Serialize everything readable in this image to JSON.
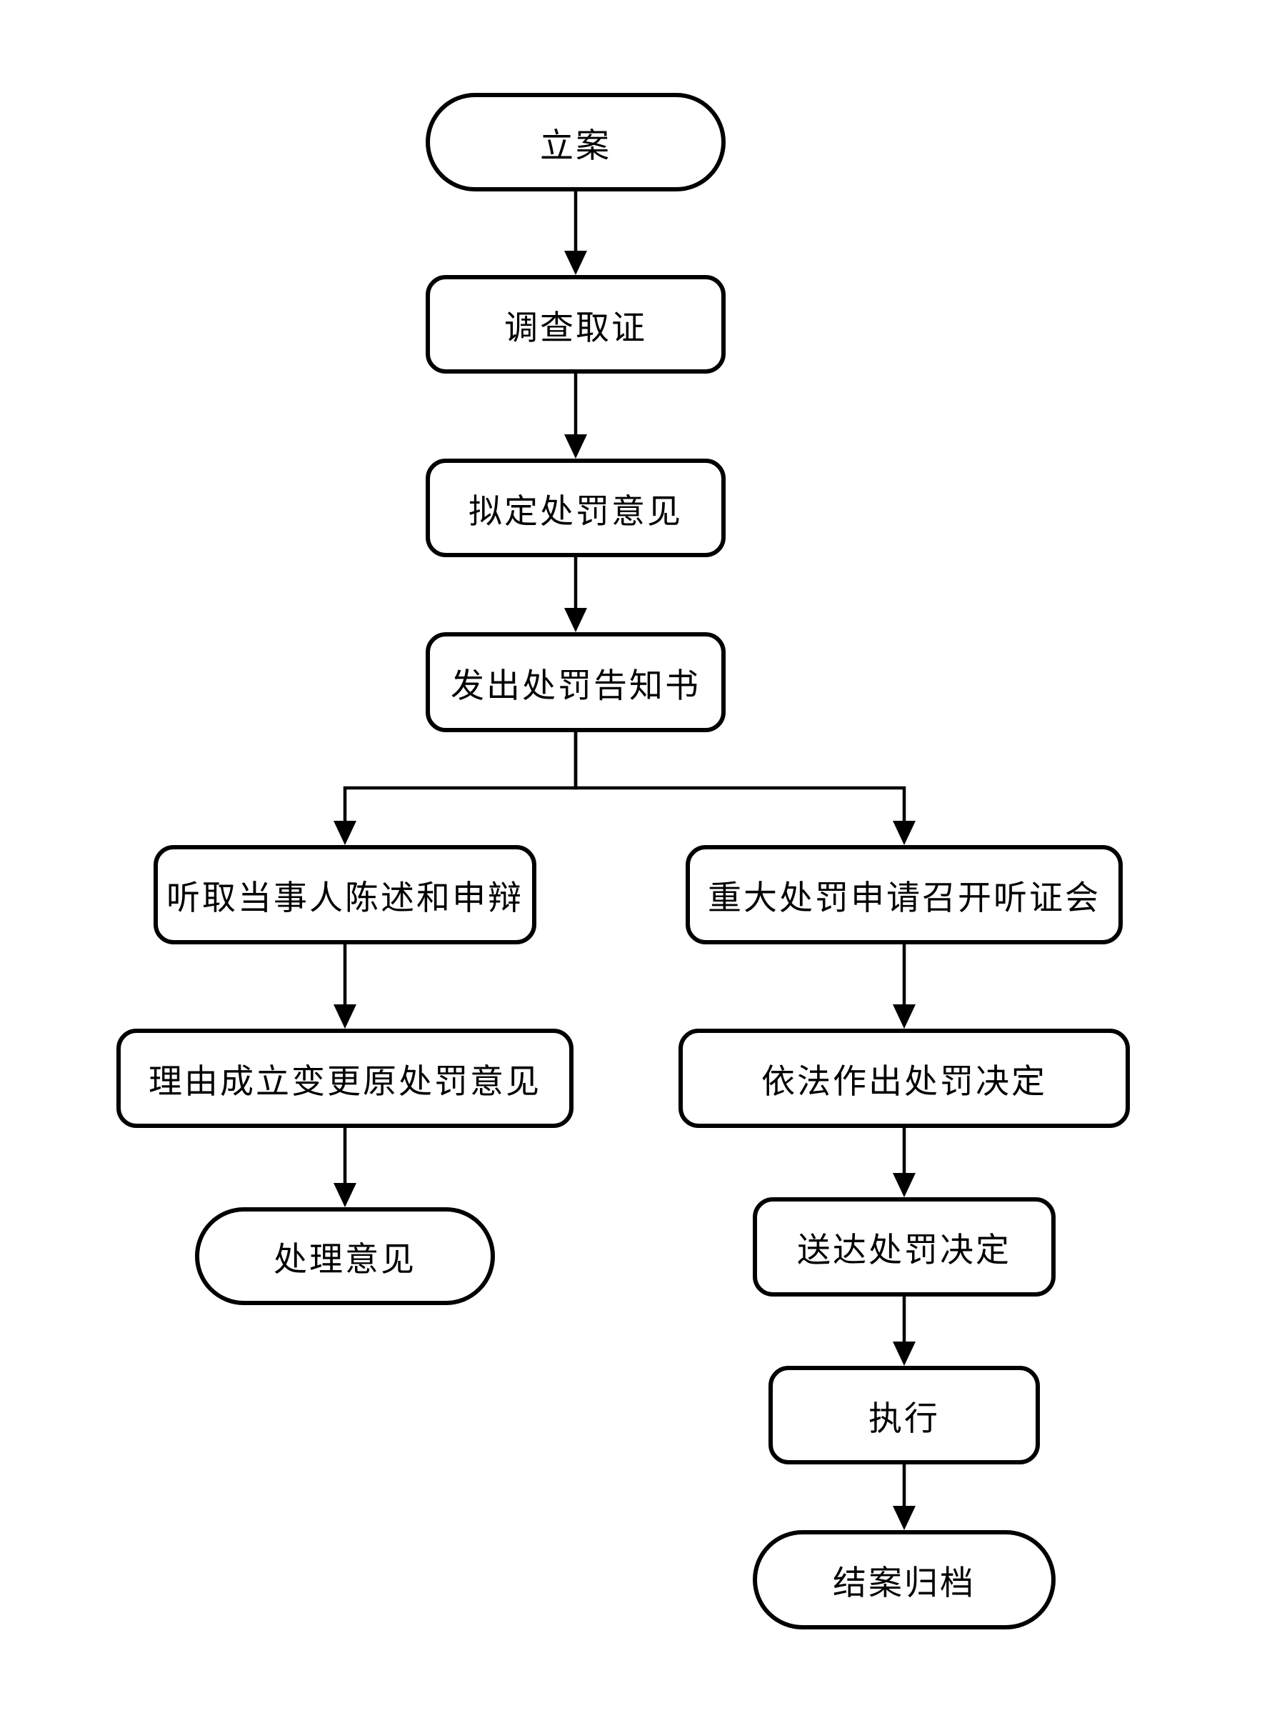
{
  "diagram": {
    "type": "flowchart",
    "direction": "top-down",
    "nodes": [
      {
        "id": "li_an",
        "label": "立案",
        "shape": "terminator",
        "col": "main",
        "row": 0
      },
      {
        "id": "diaocha",
        "label": "调查取证",
        "shape": "process",
        "col": "main",
        "row": 1
      },
      {
        "id": "niding",
        "label": "拟定处罚意见",
        "shape": "process",
        "col": "main",
        "row": 2
      },
      {
        "id": "fachu",
        "label": "发出处罚告知书",
        "shape": "process",
        "col": "main",
        "row": 3
      },
      {
        "id": "tingqu",
        "label": "听取当事人陈述和申辩",
        "shape": "process",
        "col": "left",
        "row": 4
      },
      {
        "id": "zhongda",
        "label": "重大处罚申请召开听证会",
        "shape": "process",
        "col": "right",
        "row": 4
      },
      {
        "id": "liyou",
        "label": "理由成立变更原处罚意见",
        "shape": "process",
        "col": "left",
        "row": 5
      },
      {
        "id": "chuli",
        "label": "处理意见",
        "shape": "terminator",
        "col": "left",
        "row": 6
      },
      {
        "id": "yifa",
        "label": "依法作出处罚决定",
        "shape": "process",
        "col": "right",
        "row": 5
      },
      {
        "id": "songda",
        "label": "送达处罚决定",
        "shape": "process",
        "col": "right",
        "row": 6
      },
      {
        "id": "zhixing",
        "label": "执行",
        "shape": "process",
        "col": "right",
        "row": 7
      },
      {
        "id": "jiean",
        "label": "结案归档",
        "shape": "terminator",
        "col": "right",
        "row": 8
      }
    ],
    "edges": [
      {
        "from": "li_an",
        "to": "diaocha"
      },
      {
        "from": "diaocha",
        "to": "niding"
      },
      {
        "from": "niding",
        "to": "fachu"
      },
      {
        "from": "fachu",
        "to": "tingqu",
        "type": "branch"
      },
      {
        "from": "fachu",
        "to": "zhongda",
        "type": "branch"
      },
      {
        "from": "tingqu",
        "to": "liyou"
      },
      {
        "from": "liyou",
        "to": "chuli"
      },
      {
        "from": "zhongda",
        "to": "yifa"
      },
      {
        "from": "yifa",
        "to": "songda"
      },
      {
        "from": "songda",
        "to": "zhixing"
      },
      {
        "from": "zhixing",
        "to": "jiean"
      }
    ],
    "colors": {
      "stroke": "#000000",
      "fill": "#ffffff",
      "text": "#000000",
      "background": "#ffffff"
    }
  }
}
